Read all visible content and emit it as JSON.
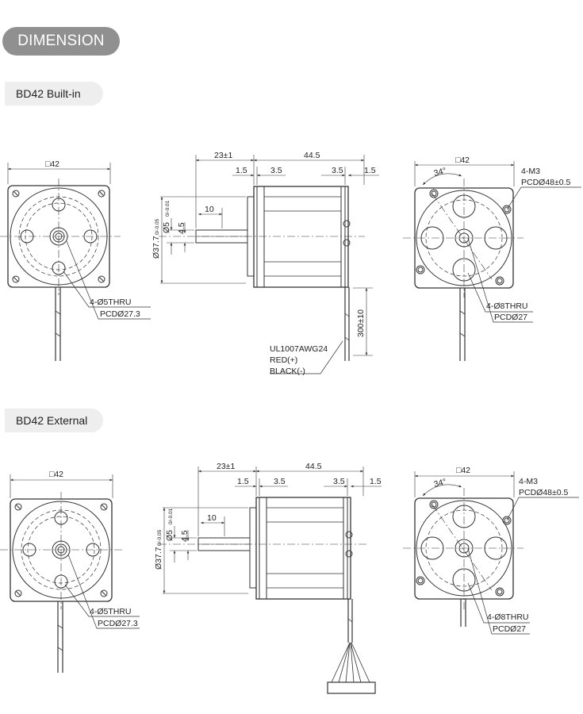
{
  "header": {
    "title": "DIMENSION"
  },
  "sections": [
    {
      "title": "BD42 Built-in",
      "front": {
        "square": "□42",
        "thru": "4-Ø5THRU",
        "pcd": "PCDØ27.3"
      },
      "side": {
        "shaft_len": "23±1",
        "body_len": "44.5",
        "flange": "1.5",
        "step": "3.5",
        "step_r": "3.5",
        "flange_r": "1.5",
        "key_len": "10",
        "flat": "4.5",
        "shaft_dia": "Ø5",
        "shaft_tol": "0/-0.01",
        "pilot_dia": "Ø37.7",
        "pilot_tol": "0/-0.05",
        "lead_len": "300±10",
        "wire_spec": "UL1007AWG24",
        "wire_red": "RED(+)",
        "wire_black": "BLACK(-)"
      },
      "rear": {
        "square": "□42",
        "angle": "34°",
        "m3": "4-M3",
        "pcd_m3": "PCDØ48±0.5",
        "thru": "4-Ø8THRU",
        "pcd": "PCDØ27"
      }
    },
    {
      "title": "BD42 External",
      "front": {
        "square": "□42",
        "thru": "4-Ø5THRU",
        "pcd": "PCDØ27.3"
      },
      "side": {
        "shaft_len": "23±1",
        "body_len": "44.5",
        "flange": "1.5",
        "step": "3.5",
        "step_r": "3.5",
        "flange_r": "1.5",
        "key_len": "10",
        "flat": "4.5",
        "shaft_dia": "Ø5",
        "shaft_tol": "0/-0.01",
        "pilot_dia": "Ø37.7",
        "pilot_tol": "0/-0.05"
      },
      "rear": {
        "square": "□42",
        "angle": "34°",
        "m3": "4-M3",
        "pcd_m3": "PCDØ48±0.5",
        "thru": "4-Ø8THRU",
        "pcd": "PCDØ27"
      }
    }
  ]
}
